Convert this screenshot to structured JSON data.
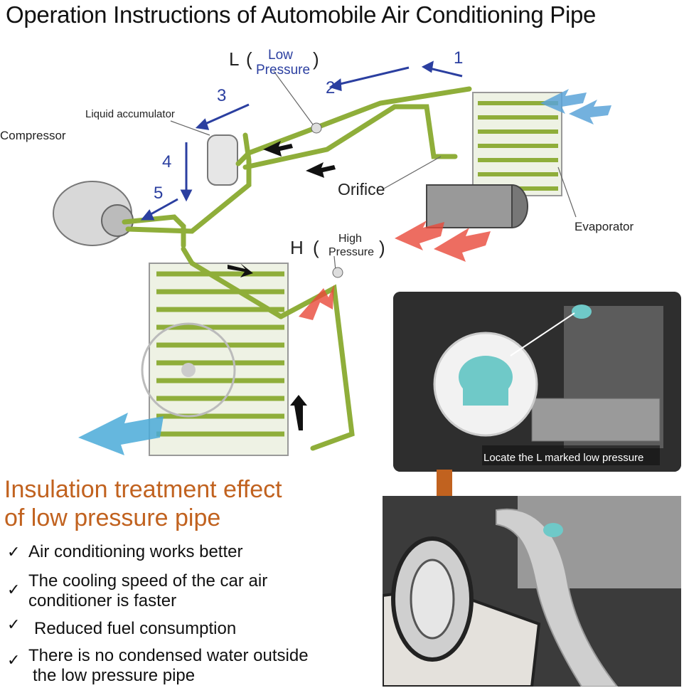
{
  "title": "Operation Instructions of Automobile Air Conditioning Pipe",
  "diagram": {
    "labels": {
      "compressor": "Compressor",
      "liquid_accumulator": "Liquid accumulator",
      "orifice": "Orifice",
      "evaporator": "Evaporator",
      "low_letter": "L",
      "low_text_1": "Low",
      "low_text_2": "Pressure",
      "high_letter": "H",
      "high_text_1": "High",
      "high_text_2": "Pressure",
      "paren_open": "(",
      "paren_close": ")"
    },
    "flow_steps": [
      "1",
      "2",
      "3",
      "4",
      "5"
    ],
    "colors": {
      "pipe": "#8fae3a",
      "arrow_blue": "#2b3fa0",
      "heading": "#c1621f"
    }
  },
  "photo_caption": "Locate the L marked low pressure",
  "insulation": {
    "heading_line1": "Insulation treatment effect",
    "heading_line2": "of low pressure pipe",
    "checkmark": "✓",
    "benefits": [
      {
        "line1": "Air conditioning works better",
        "line2": ""
      },
      {
        "line1": "The cooling speed of the car air",
        "line2": "conditioner is faster"
      },
      {
        "line1": "Reduced fuel consumption",
        "line2": ""
      },
      {
        "line1": "There is no condensed water outside",
        "line2": "the low pressure pipe"
      }
    ]
  }
}
